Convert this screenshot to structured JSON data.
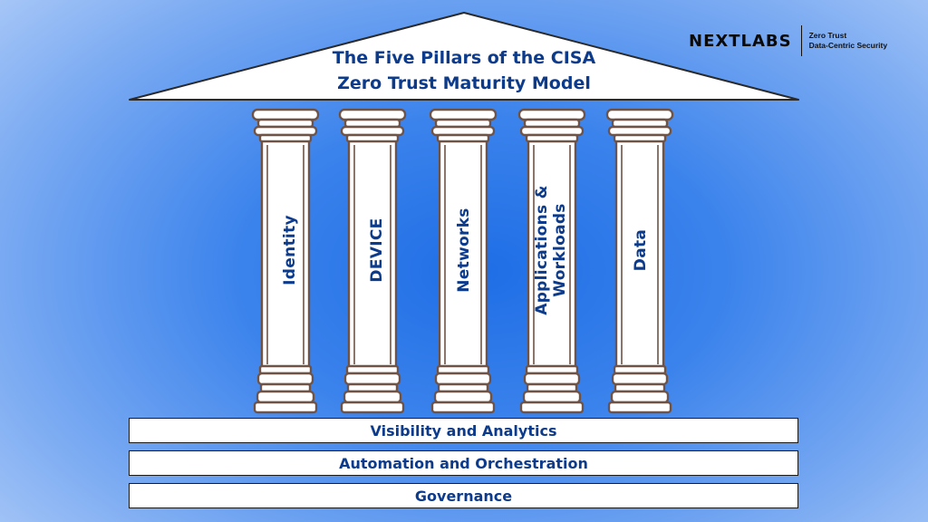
{
  "title": {
    "line1": "The Five Pillars of the CISA",
    "line2": "Zero Trust Maturity Model"
  },
  "logo": {
    "wordmark": "NEXTLABS",
    "tagline_line1": "Zero Trust",
    "tagline_line2": "Data-Centric Security"
  },
  "pillars": [
    {
      "label_line1": "Identity",
      "label_line2": ""
    },
    {
      "label_line1": "DEVICE",
      "label_line2": ""
    },
    {
      "label_line1": "Networks",
      "label_line2": ""
    },
    {
      "label_line1": "Applications &",
      "label_line2": "Workloads"
    },
    {
      "label_line1": "Data",
      "label_line2": ""
    }
  ],
  "foundations": [
    {
      "label": "Visibility and Analytics"
    },
    {
      "label": "Automation and Orchestration"
    },
    {
      "label": "Governance"
    }
  ],
  "colors": {
    "text": "#0d3b8c",
    "background_center": "#1f6ee6",
    "background_edge": "#b4cff8",
    "outline": "#6e5346"
  }
}
